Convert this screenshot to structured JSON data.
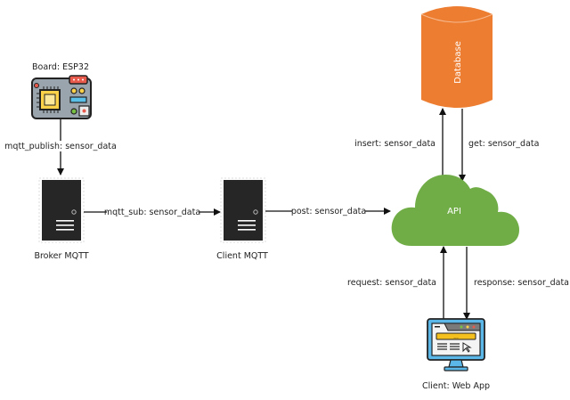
{
  "nodes": {
    "board": {
      "label": "Board: ESP32"
    },
    "broker": {
      "label": "Broker MQTT"
    },
    "client_mqtt": {
      "label": "Client MQTT"
    },
    "database": {
      "label": "Database",
      "color": "#ED7D31"
    },
    "api": {
      "label": "API",
      "color": "#70AD47"
    },
    "webapp": {
      "label": "Client: Web App"
    }
  },
  "edges": {
    "publish": {
      "label": "mqtt_publish: sensor_data"
    },
    "sub": {
      "label": "mqtt_sub: sensor_data"
    },
    "post": {
      "label": "post: sensor_data"
    },
    "insert": {
      "label": "insert: sensor_data"
    },
    "get": {
      "label": "get: sensor_data"
    },
    "request": {
      "label": "request: sensor_data"
    },
    "response": {
      "label": "response: sensor_data"
    }
  },
  "webapp_searchbar_text": "..."
}
